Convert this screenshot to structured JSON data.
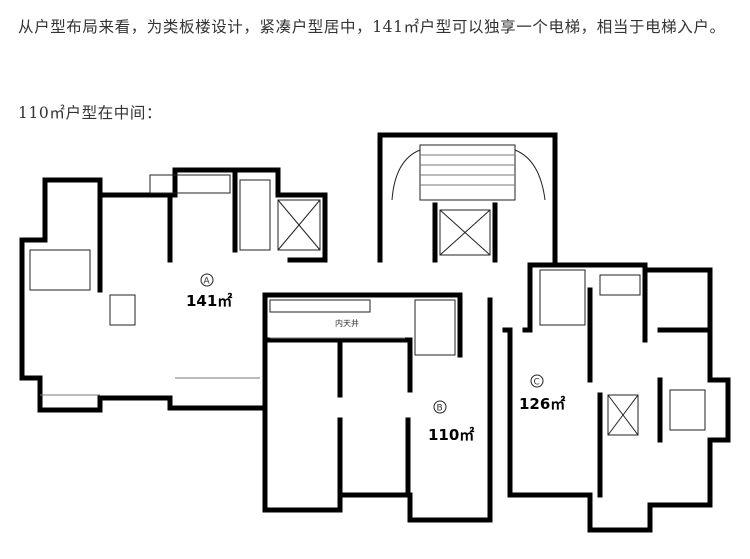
{
  "paragraphs": [
    "从户型布局来看，为类板楼设计，紧凑户型居中，141㎡户型可以独享一个电梯，相当于电梯入户。",
    "110㎡户型在中间："
  ],
  "floor_plan": {
    "units": [
      {
        "letter": "A",
        "area": "141㎡"
      },
      {
        "letter": "B",
        "area": "110㎡"
      },
      {
        "letter": "C",
        "area": "126㎡"
      }
    ],
    "courtyard_label": "内天井"
  }
}
